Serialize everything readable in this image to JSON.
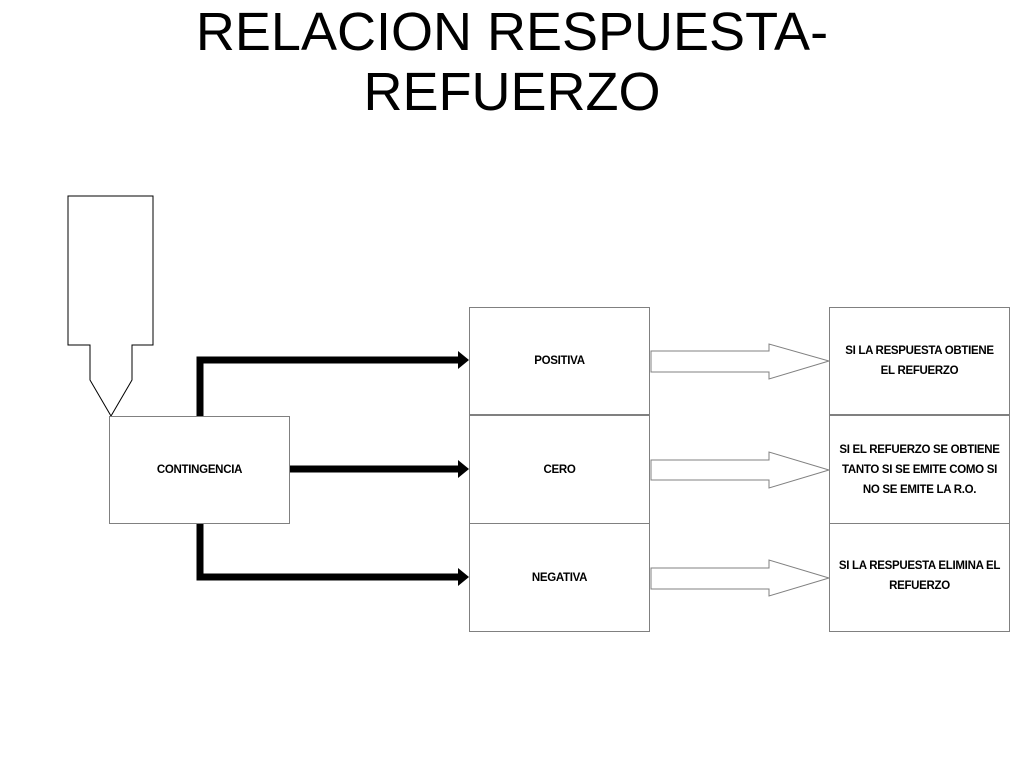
{
  "title": {
    "line1": "RELACION RESPUESTA-",
    "line2": "REFUERZO"
  },
  "nodes": {
    "contingencia": "CONTINGENCIA",
    "positiva": "POSITIVA",
    "cero": "CERO",
    "negativa": "NEGATIVA"
  },
  "outcomes": {
    "positiva": {
      "line1": "SI LA RESPUESTA OBTIENE",
      "line2": "EL REFUERZO"
    },
    "cero": {
      "line1": "SI EL REFUERZO SE OBTIENE",
      "line2": "TANTO SI SE EMITE COMO SI",
      "line3": "NO SE EMITE LA R.O."
    },
    "negativa": {
      "line1": "SI LA RESPUESTA ELIMINA EL",
      "line2": "REFUERZO"
    }
  }
}
